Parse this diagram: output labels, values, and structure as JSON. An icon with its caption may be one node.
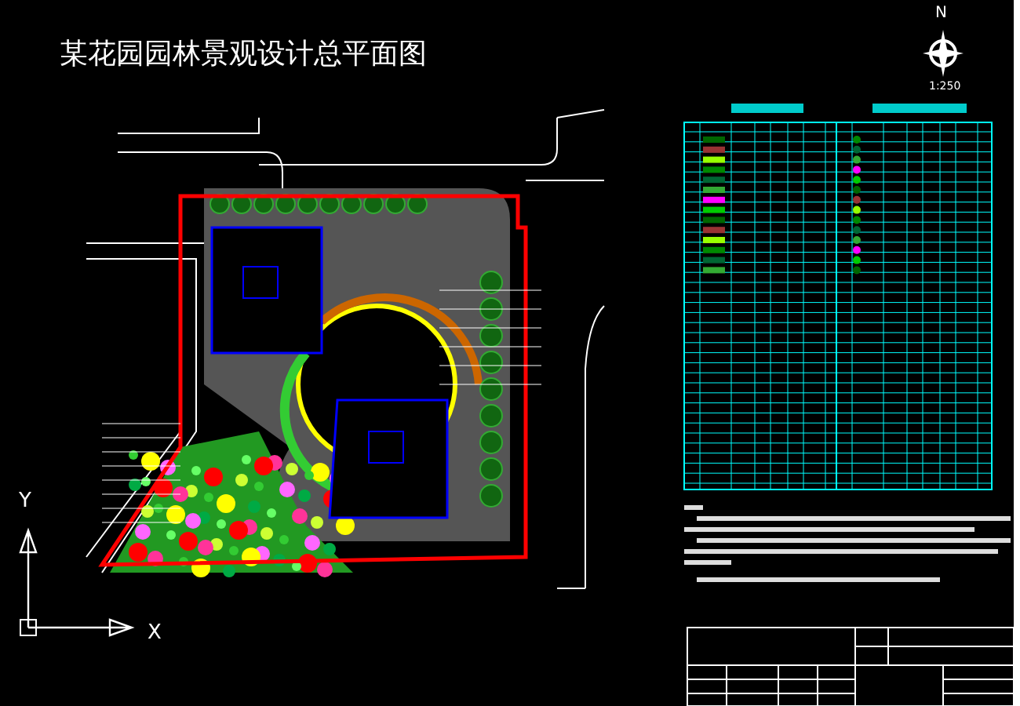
{
  "diagram": {
    "title": "某花园园林景观设计总平面图",
    "labels": [
      "N",
      "1:250",
      "Y",
      "X"
    ]
  }
}
